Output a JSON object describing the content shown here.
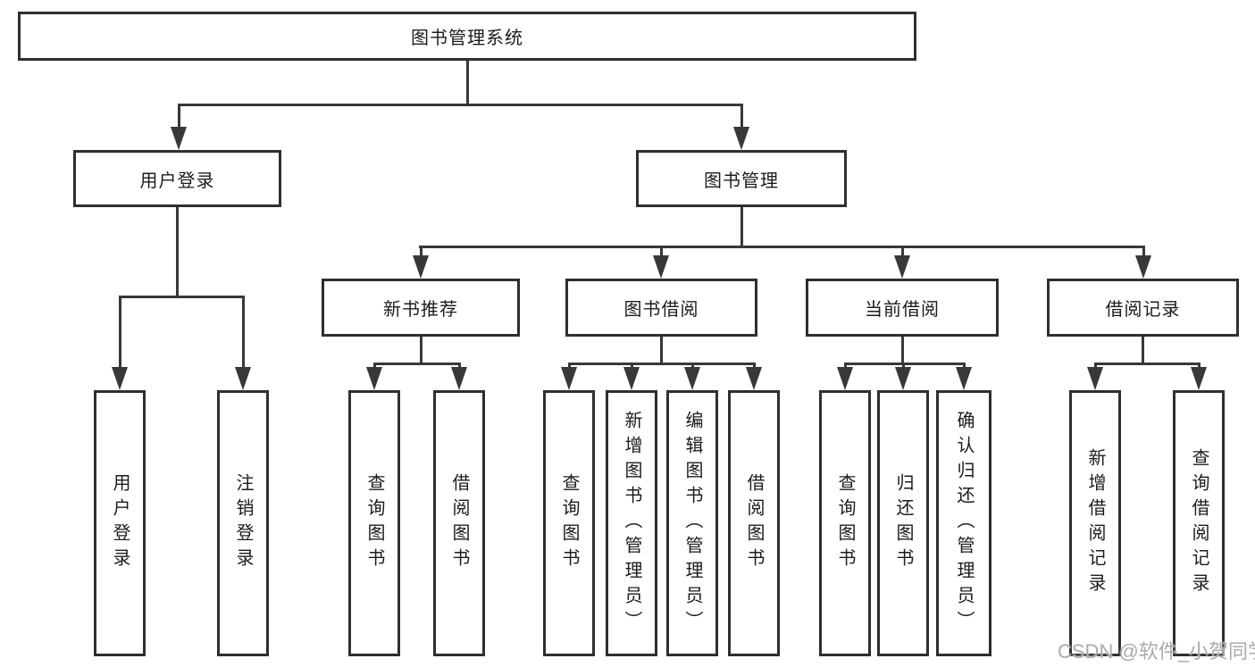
{
  "watermark": "CSDN @软件_小贺同学",
  "colors": {
    "line": "#383838",
    "border": "#2f2f2f",
    "text": "#1c1c1c",
    "watermark": "#a5a5a5"
  },
  "root": {
    "label": "图书管理系统"
  },
  "branches": [
    {
      "label": "用户登录",
      "children": [
        {
          "label": "用户登录"
        },
        {
          "label": "注销登录"
        }
      ]
    },
    {
      "label": "图书管理",
      "groups": [
        {
          "label": "新书推荐",
          "children": [
            {
              "label": "查询图书"
            },
            {
              "label": "借阅图书"
            }
          ]
        },
        {
          "label": "图书借阅",
          "children": [
            {
              "label": "查询图书"
            },
            {
              "label": "新增图书（管理员）"
            },
            {
              "label": "编辑图书（管理员）"
            },
            {
              "label": "借阅图书"
            }
          ]
        },
        {
          "label": "当前借阅",
          "children": [
            {
              "label": "查询图书"
            },
            {
              "label": "归还图书"
            },
            {
              "label": "确认归还（管理员）"
            }
          ]
        },
        {
          "label": "借阅记录",
          "children": [
            {
              "label": "新增借阅记录"
            },
            {
              "label": "查询借阅记录"
            }
          ]
        }
      ]
    }
  ]
}
